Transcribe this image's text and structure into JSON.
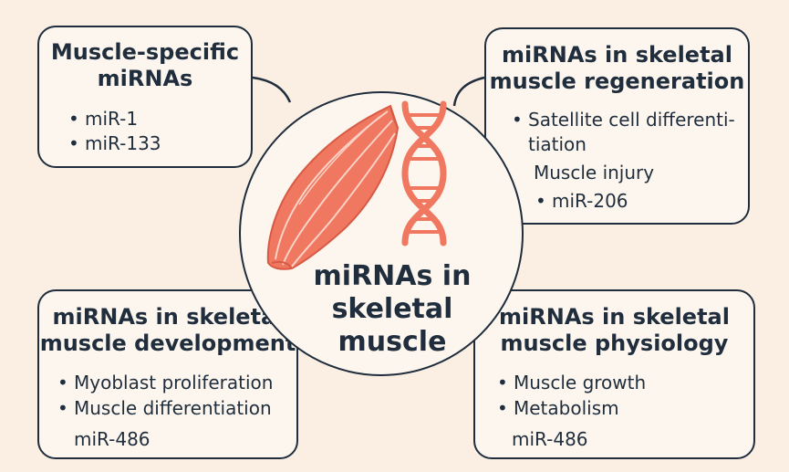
{
  "center": {
    "line1": "miRNAs in",
    "line2": "skeletal muscle"
  },
  "boxes": {
    "muscle_specific": {
      "title_line1": "Muscle-specific",
      "title_line2": "miRNAs",
      "items": [
        "miR-1",
        "miR-133"
      ]
    },
    "regeneration": {
      "title_line1": "miRNAs in skeletal",
      "title_line2": "muscle regeneration",
      "items": [
        "Satellite cell differenti-",
        "tiation",
        "Muscle injury",
        "miR-206"
      ]
    },
    "development": {
      "title_line1": "miRNAs in skeletal",
      "title_line2": "muscle development",
      "items": [
        "Myoblast proliferation",
        "Muscle differentiation",
        "miR-486"
      ]
    },
    "physiology": {
      "title_line1": "miRNAs in skeletal",
      "title_line2": "muscle physiology",
      "items": [
        "Muscle growth",
        "Metabolism",
        "miR-486"
      ]
    }
  },
  "icons": [
    "muscle-icon",
    "dna-icon"
  ],
  "colors": {
    "background": "#fbefe3",
    "outline": "#1f2d3d",
    "accent": "#f07860",
    "text": "#1f2d3d"
  }
}
